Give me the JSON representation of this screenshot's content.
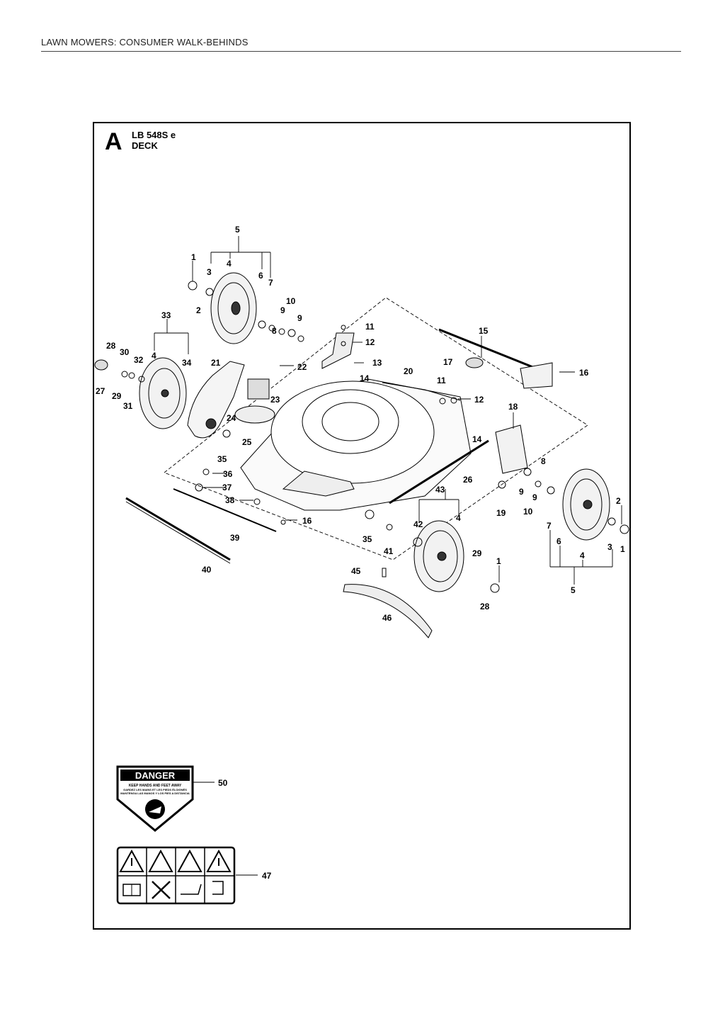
{
  "header": {
    "section": "LAWN MOWERS: CONSUMER WALK-BEHINDS"
  },
  "figure": {
    "letter": "A",
    "model": "LB 548S e",
    "title": "DECK"
  },
  "callouts": {
    "c1": "5",
    "c2": "1",
    "c3": "3",
    "c4": "4",
    "c5": "6",
    "c6": "7",
    "c7": "2",
    "c8": "10",
    "c9": "9",
    "c10": "9",
    "c11": "8",
    "c12": "33",
    "c13": "28",
    "c14": "30",
    "c15": "32",
    "c16": "4",
    "c17": "34",
    "c18": "27",
    "c19": "29",
    "c20": "31",
    "c21": "21",
    "c22": "22",
    "c23": "23",
    "c24": "24",
    "c25": "25",
    "c26": "35",
    "c27": "36",
    "c28": "37",
    "c29": "38",
    "c30": "39",
    "c31": "40",
    "c32": "16",
    "c33": "11",
    "c34": "12",
    "c35": "13",
    "c36": "14",
    "c37": "20",
    "c38": "15",
    "c39": "17",
    "c40": "16",
    "c41": "11",
    "c42": "12",
    "c43": "18",
    "c44": "14",
    "c45": "26",
    "c46": "8",
    "c47": "9",
    "c48": "10",
    "c49": "9",
    "c50": "19",
    "c51": "2",
    "c52": "7",
    "c53": "6",
    "c54": "4",
    "c55": "3",
    "c56": "1",
    "c57": "5",
    "c58": "43",
    "c59": "42",
    "c60": "4",
    "c61": "35",
    "c62": "41",
    "c63": "29",
    "c64": "1",
    "c65": "28",
    "c66": "45",
    "c67": "46",
    "c68": "50",
    "c69": "47"
  },
  "labels": {
    "danger_title": "DANGER",
    "danger_line1": "KEEP HANDS AND FEET AWAY",
    "danger_line2": "GARDEZ LES MAINS ET LES PIEDS ÉLOIGNÉS",
    "danger_line3": "MANTENGA LAS MANOS Y LOS PIES A DISTANCIA"
  }
}
